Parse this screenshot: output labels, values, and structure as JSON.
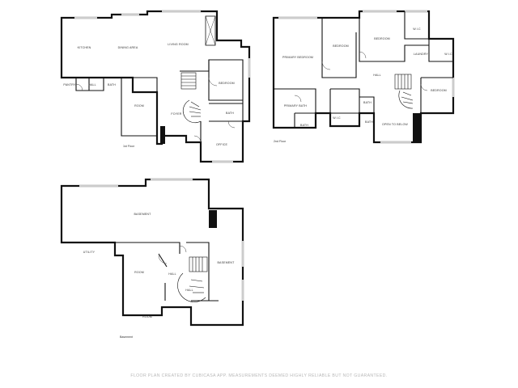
{
  "floors": {
    "first": {
      "label": "1st Floor",
      "rooms": {
        "kitchen": "KITCHEN",
        "dining_area": "DINING AREA",
        "living_room": "LIVING ROOM",
        "bedroom": "BEDROOM",
        "pantry": "PANTRY",
        "hall": "HALL",
        "bath_left": "BATH",
        "room": "ROOM",
        "foyer": "FOYER",
        "bath_right": "BATH",
        "office": "OFFICE"
      }
    },
    "second": {
      "label": "2nd Floor",
      "rooms": {
        "primary_bedroom": "PRIMARY BEDROOM",
        "bedroom_center": "BEDROOM",
        "bedroom_top": "BEDROOM",
        "wic_top": "W.I.C",
        "laundry": "LAUNDRY",
        "wic_right": "W.I.C",
        "hall": "HALL",
        "bedroom_right": "BEDROOM",
        "primary_bath": "PRIMARY BATH",
        "bath_small": "BATH",
        "wic_center": "W.I.C",
        "bath_mid": "BATH",
        "bath_lower": "BATH",
        "open_to_below": "OPEN TO BELOW"
      }
    },
    "basement": {
      "label": "Basement",
      "rooms": {
        "basement_main": "BASEMENT",
        "utility": "UTILITY",
        "room_upper": "ROOM",
        "hall": "HALL",
        "basement_right": "BASEMENT",
        "hall_stair": "HALL",
        "room_lower": "ROOM"
      }
    }
  },
  "footer_text": "FLOOR PLAN CREATED BY CUBICASA APP. MEASUREMENTS DEEMED HIGHLY RELIABLE BUT NOT GUARANTEED."
}
